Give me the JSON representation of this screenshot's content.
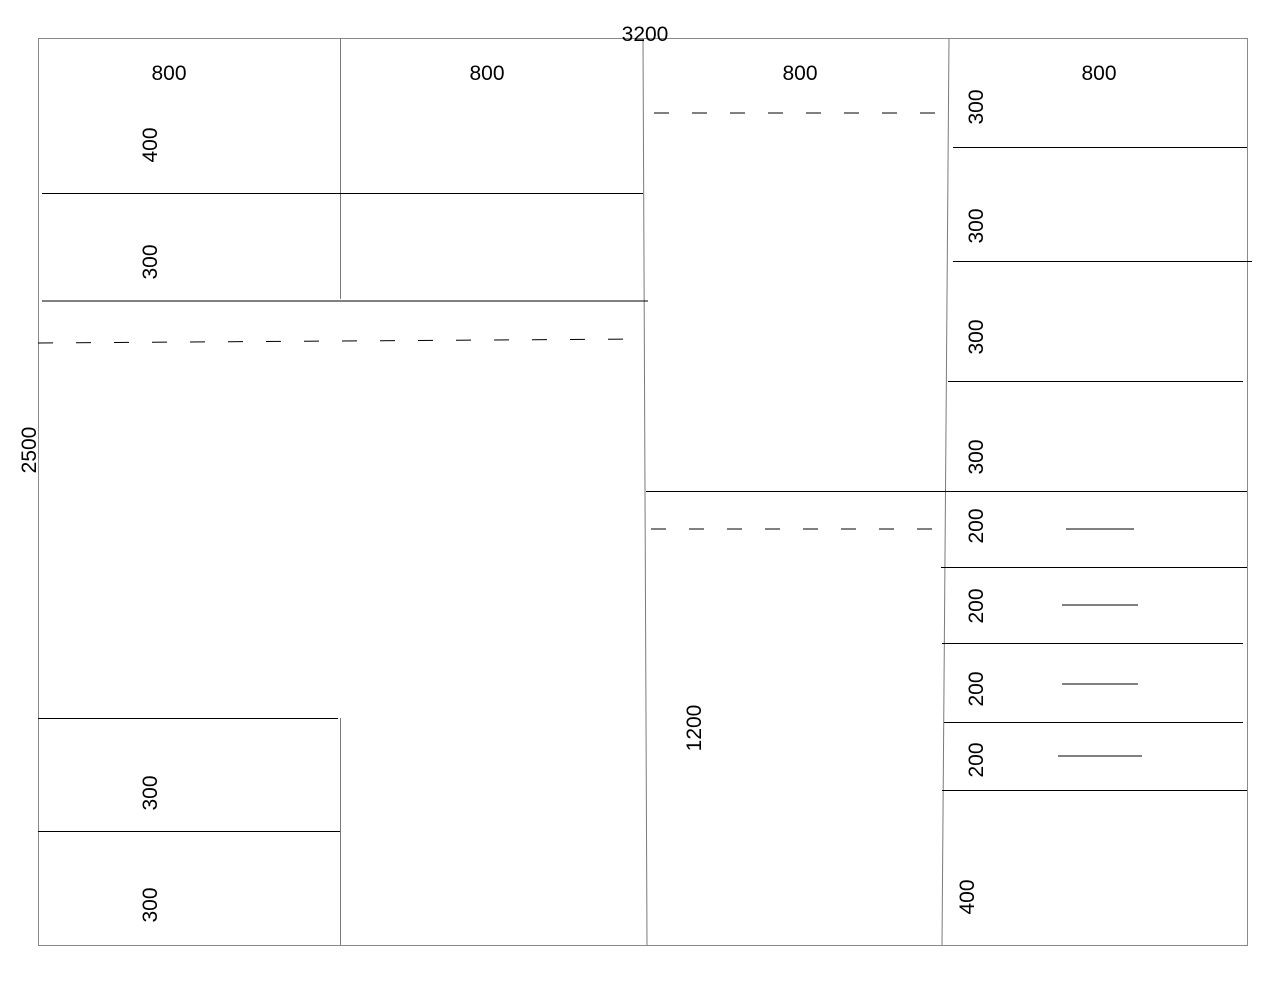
{
  "plan": {
    "total_width": "3200",
    "total_height": "2500",
    "column_widths": [
      "800",
      "800",
      "800",
      "800"
    ],
    "col1": {
      "top_rows": [
        "400",
        "300"
      ],
      "bottom_rows": [
        "300",
        "300"
      ]
    },
    "col3": {
      "lower_height": "1200"
    },
    "col4": {
      "rows": [
        "300",
        "300",
        "300",
        "300",
        "200",
        "200",
        "200",
        "200",
        "400"
      ]
    }
  }
}
